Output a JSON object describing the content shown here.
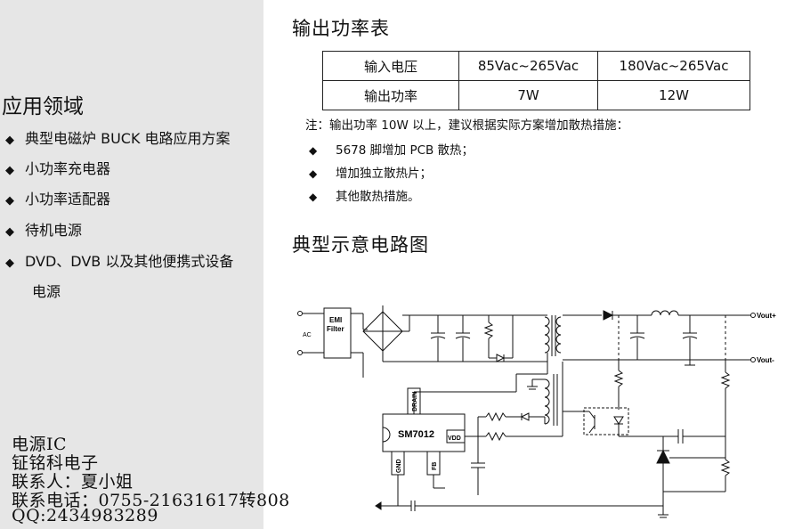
{
  "left": {
    "applications_title": "应用领域",
    "applications": [
      "典型电磁炉 BUCK 电路应用方案",
      "小功率充电器",
      "小功率适配器",
      "待机电源",
      "DVD、DVB 以及其他便携式设备",
      "电源"
    ],
    "contact": [
      "电源IC",
      "钲铭科电子",
      "联系人：夏小姐",
      "联系电话：0755-21631617转808",
      "QQ:2434983289"
    ]
  },
  "power_table": {
    "title": "输出功率表",
    "rows": [
      [
        "输入电压",
        "85Vac~265Vac",
        "180Vac~265Vac"
      ],
      [
        "输出功率",
        "7W",
        "12W"
      ]
    ]
  },
  "notes": {
    "note_line": "注：输出功率 10W 以上，建议根据实际方案增加散热措施：",
    "items": [
      "5678 脚增加 PCB 散热；",
      "增加独立散热片；",
      "其他散热措施。"
    ]
  },
  "circuit": {
    "title": "典型示意电路图",
    "labels": {
      "emi_line1": "EMI",
      "emi_line2": "Filter",
      "ac": "AC",
      "chip": "SM7012",
      "drain": "DRAIN",
      "vdd": "VDD",
      "gnd": "GND",
      "fb": "FB",
      "vout_plus": "Vout+",
      "vout_minus": "Vout-"
    }
  }
}
